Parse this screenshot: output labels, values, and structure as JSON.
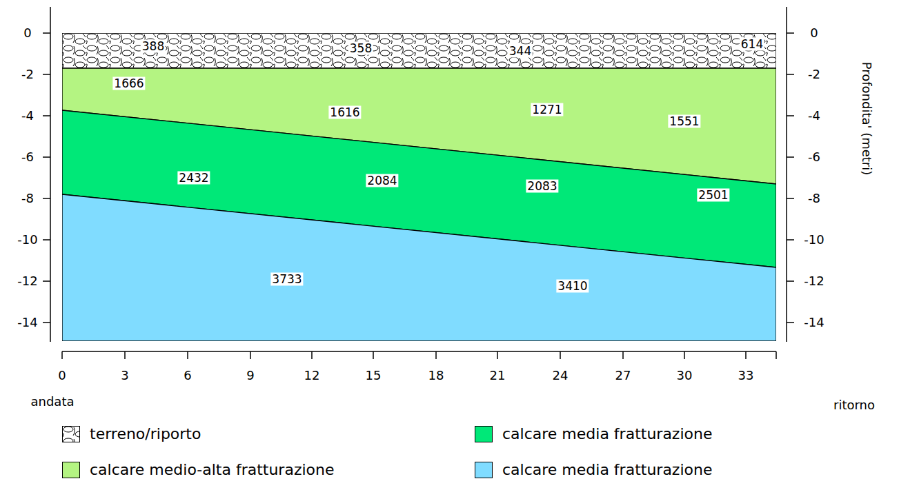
{
  "diagram": {
    "nodes": [
      {
        "text": [
          "388",
          "358",
          "344",
          "614"
        ]
      },
      {
        "text": [
          "1666",
          "1616",
          "1271",
          "1551"
        ]
      },
      {
        "text": [
          "2432",
          "2084",
          "2083",
          "2501"
        ]
      },
      {
        "text": [
          "3733",
          "3410"
        ]
      }
    ],
    "labels": [
      "0",
      "-2",
      "-4",
      "-6",
      "-8",
      "-10",
      "-12",
      "-14",
      "0",
      "-2",
      "-4",
      "-6",
      "-8",
      "-10",
      "-12",
      "-14",
      "0",
      "3",
      "6",
      "9",
      "12",
      "15",
      "18",
      "21",
      "24",
      "27",
      "30",
      "33",
      "andata",
      "ritorno",
      "Profondita' (metri)"
    ],
    "legend": [
      {
        "text": "terreno/riporto"
      },
      {
        "text": "calcare media fratturazione",
        "color": "#00e878"
      },
      {
        "text": "calcare medio-alta fratturazione",
        "color": "#b4f482"
      },
      {
        "text": "calcare media fratturazione",
        "color": "#80dcff"
      }
    ]
  }
}
